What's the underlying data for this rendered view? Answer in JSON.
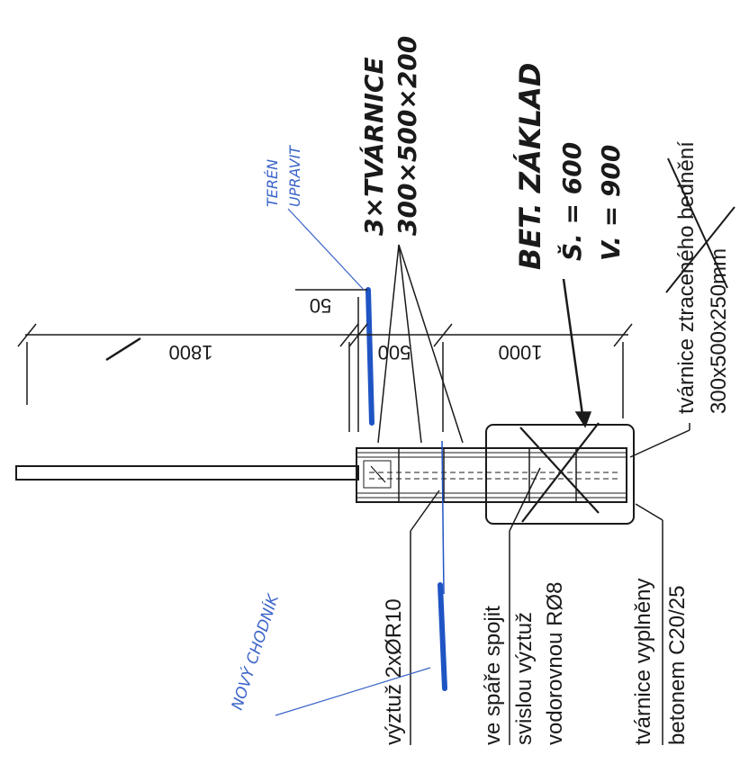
{
  "dimensions": {
    "total": "1800",
    "blocks": "500",
    "footing": "1000",
    "offset": "50"
  },
  "labels": {
    "reinforcement": "výztuž 2xØR10",
    "joint_line1": "ve spáře spojit",
    "joint_line2": "svislou výztuž",
    "joint_line3": "vodorovnou RØ8",
    "filled_line1": "tvárnice vyplněny",
    "filled_line2": "betonem C20/25",
    "formwork_line1": "tvárnice ztraceného bednění",
    "formwork_line2": "300x500x250mm"
  },
  "handwritten": {
    "blocks_line1": "3×TVÁRNICE",
    "blocks_line2": "300×500×200",
    "footing_title": "BET. ZÁKLAD",
    "footing_width": "Š. = 600",
    "footing_depth": "V. = 900",
    "terrain_line1": "TERÉN",
    "terrain_line2": "UPRAVIT",
    "new_path": "NOVÝ CHODNÍK"
  },
  "colors": {
    "ink": "#1a1a1a",
    "blue_pen": "#3a63c8",
    "blue_marker": "#1f54c4"
  }
}
